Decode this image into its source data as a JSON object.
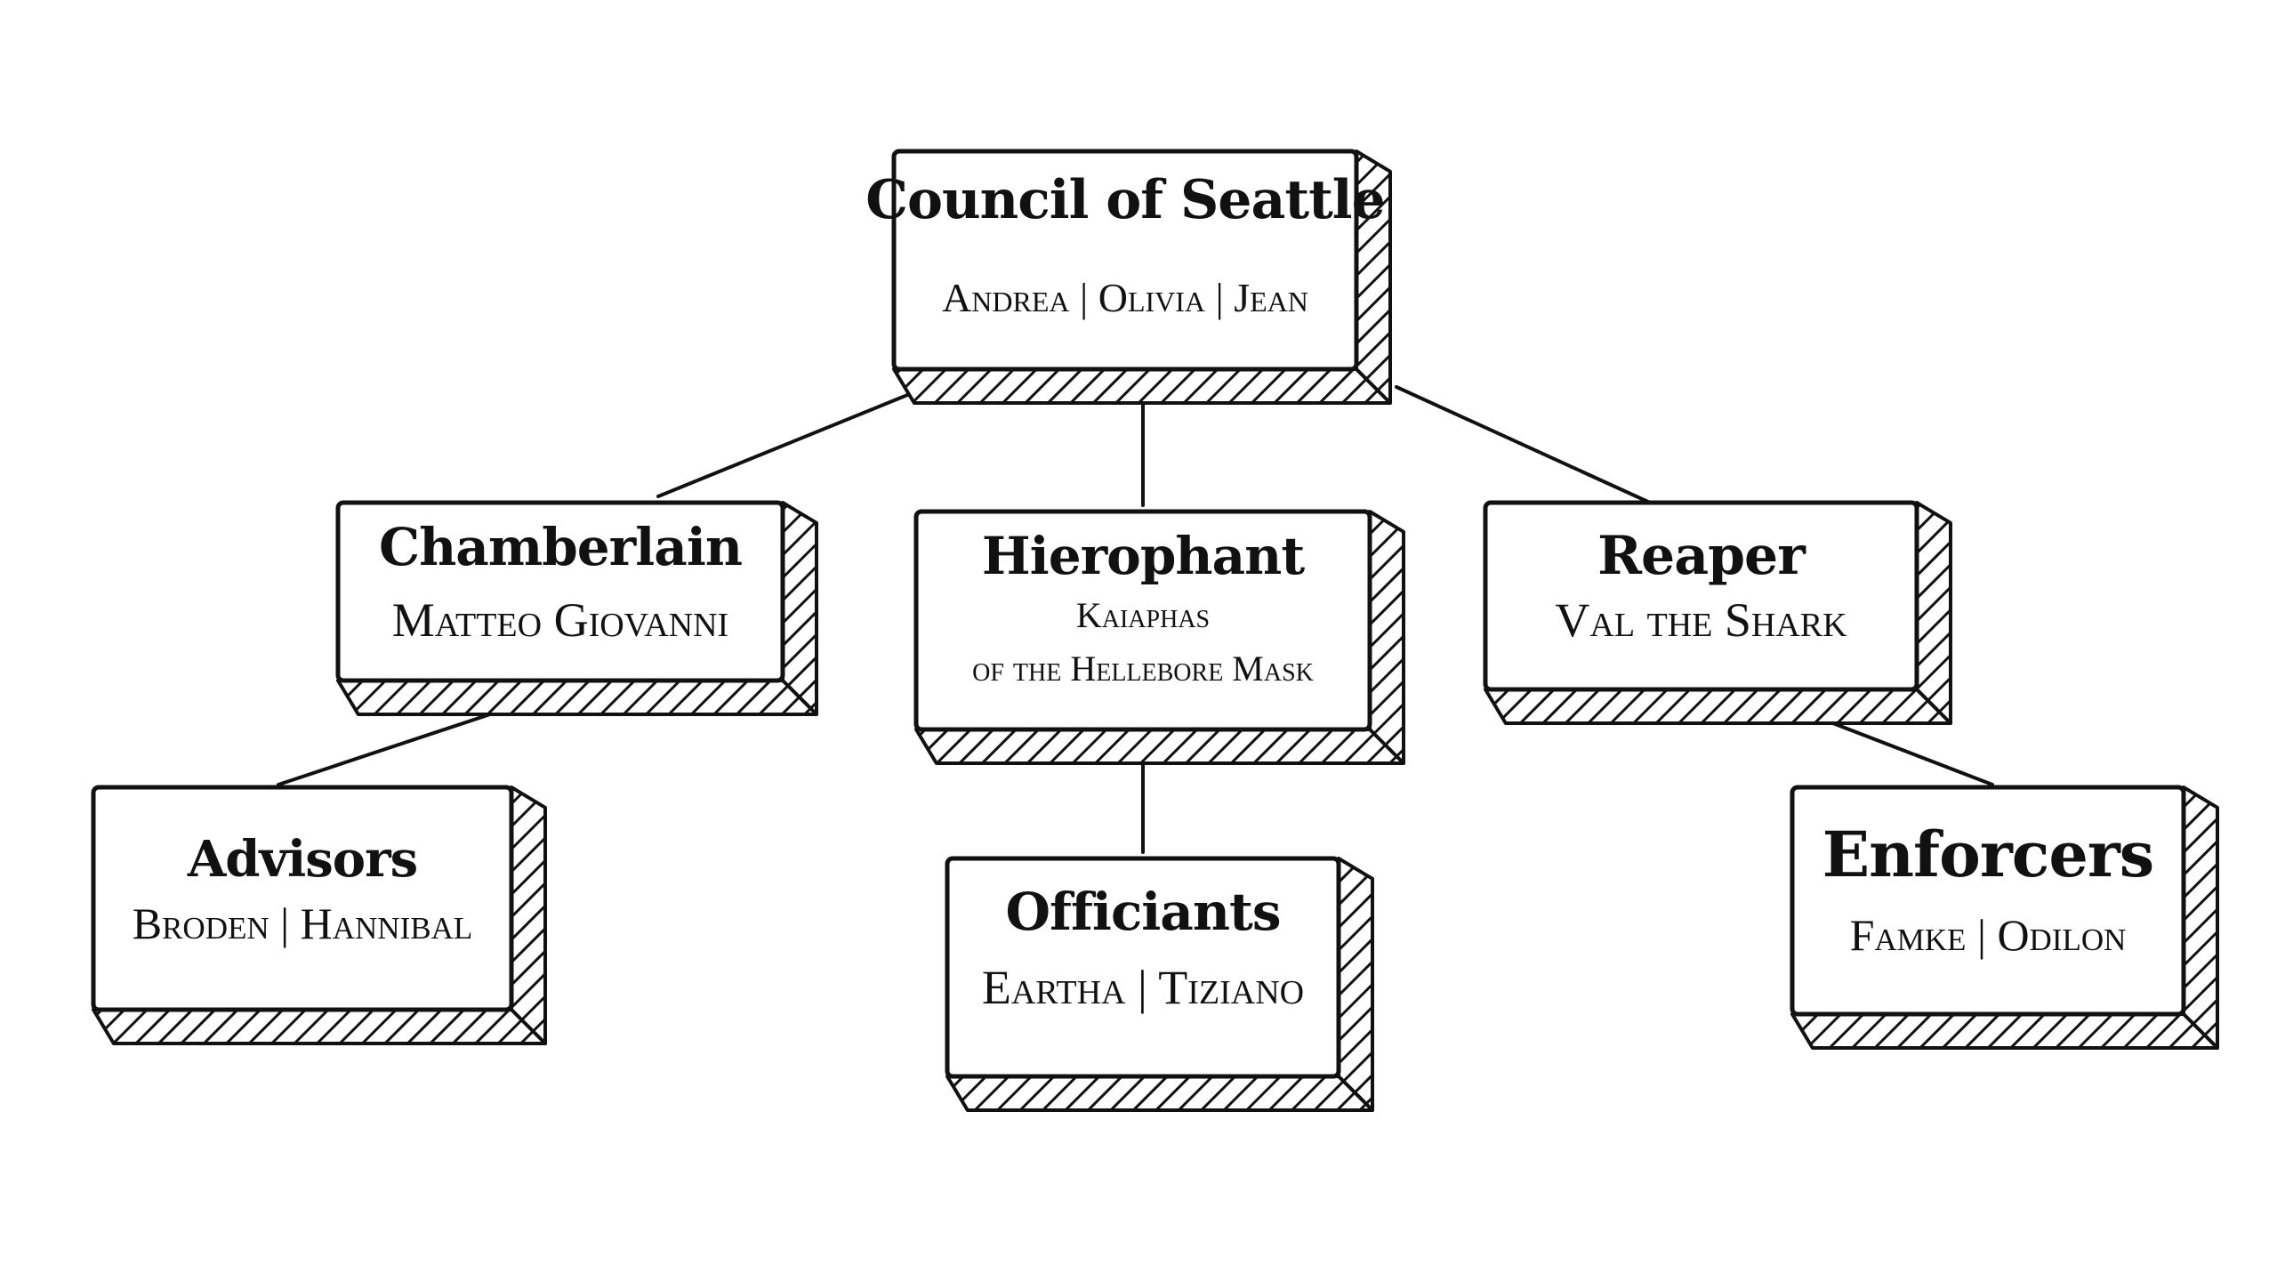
{
  "diagram": {
    "nodes": [
      {
        "id": "council",
        "title": "Council of Seattle",
        "lines": [
          "Andrea | Olivia | Jean"
        ]
      },
      {
        "id": "chamberlain",
        "title": "Chamberlain",
        "lines": [
          "Matteo Giovanni"
        ]
      },
      {
        "id": "hierophant",
        "title": "Hierophant",
        "lines": [
          "Kaiaphas",
          "of the Hellebore Mask"
        ]
      },
      {
        "id": "reaper",
        "title": "Reaper",
        "lines": [
          "Val the Shark"
        ]
      },
      {
        "id": "advisors",
        "title": "Advisors",
        "lines": [
          "Broden | Hannibal"
        ]
      },
      {
        "id": "officiants",
        "title": "Officiants",
        "lines": [
          "Eartha | Tiziano"
        ]
      },
      {
        "id": "enforcers",
        "title": "Enforcers",
        "lines": [
          "Famke | Odilon"
        ]
      }
    ],
    "edges": [
      {
        "from": "council",
        "to": "chamberlain"
      },
      {
        "from": "council",
        "to": "hierophant"
      },
      {
        "from": "council",
        "to": "reaper"
      },
      {
        "from": "chamberlain",
        "to": "advisors"
      },
      {
        "from": "hierophant",
        "to": "officiants"
      },
      {
        "from": "reaper",
        "to": "enforcers"
      }
    ]
  }
}
